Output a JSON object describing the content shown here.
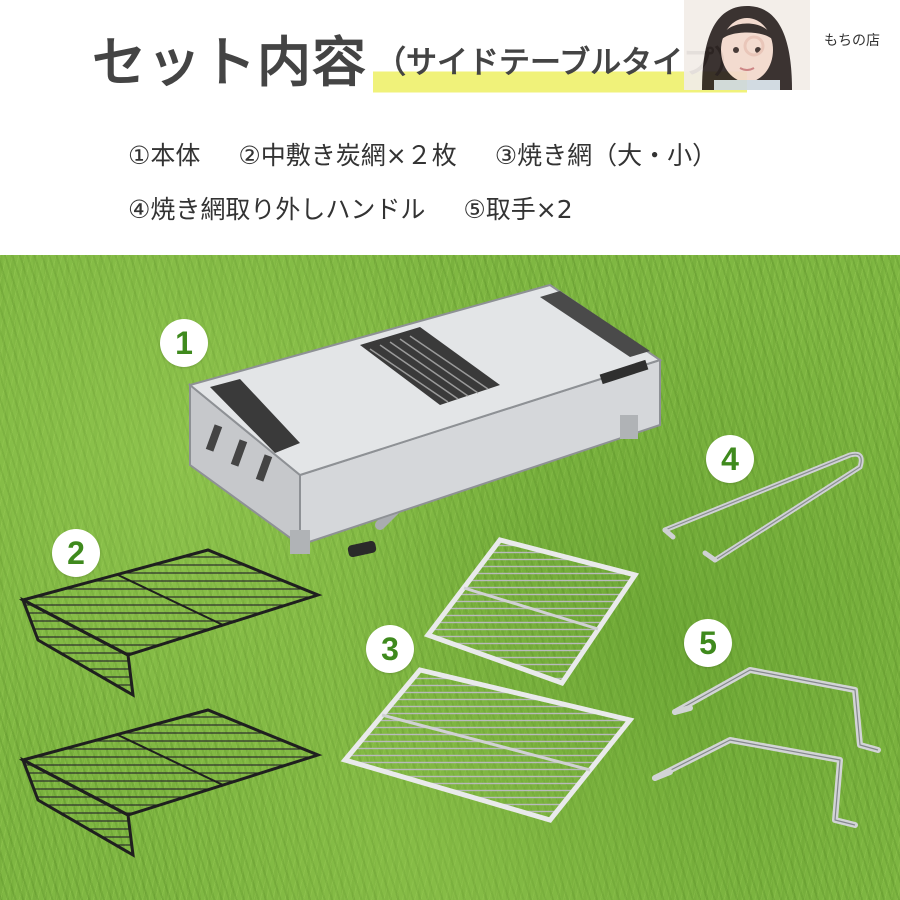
{
  "header": {
    "title": "セット内容",
    "subtitle": "（サイドテーブルタイプ）",
    "shop_name": "もちの店"
  },
  "contents": {
    "line1": [
      "①本体",
      "②中敷き炭網×２枚",
      "③焼き網（大・小）"
    ],
    "line2": [
      "④焼き網取り外しハンドル",
      "⑤取手×2"
    ]
  },
  "badges": [
    "1",
    "2",
    "3",
    "4",
    "5"
  ],
  "colors": {
    "heading": "#444444",
    "highlight": "#f0f27a",
    "grass": "#7fb742",
    "badge_text": "#3f8a1d"
  },
  "icons": [
    "grill-body-icon",
    "charcoal-net-icon",
    "grill-net-icon",
    "net-handle-icon",
    "carry-handle-icon"
  ]
}
